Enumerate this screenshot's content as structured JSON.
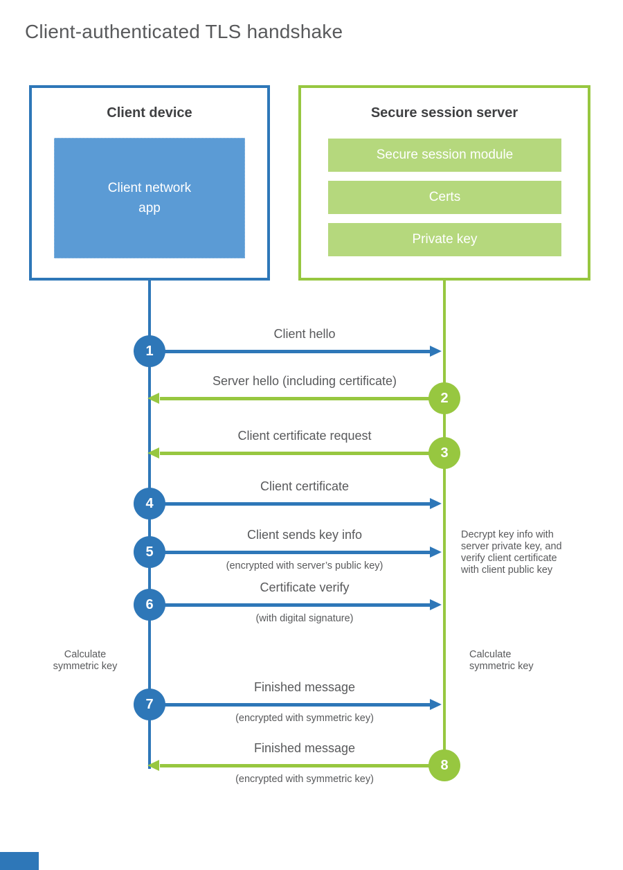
{
  "title": "Client-authenticated TLS handshake",
  "client_box": {
    "title": "Client device",
    "app_label": "Client network\napp"
  },
  "server_box": {
    "title": "Secure session server",
    "modules": [
      "Secure session module",
      "Certs",
      "Private key"
    ]
  },
  "messages": [
    {
      "num": "1",
      "from": "client",
      "label": "Client hello",
      "sub": ""
    },
    {
      "num": "2",
      "from": "server",
      "label": "Server hello (including certificate)",
      "sub": ""
    },
    {
      "num": "3",
      "from": "server",
      "label": "Client certificate request",
      "sub": ""
    },
    {
      "num": "4",
      "from": "client",
      "label": "Client certificate",
      "sub": ""
    },
    {
      "num": "5",
      "from": "client",
      "label": "Client sends key info",
      "sub": "(encrypted with server’s public key)"
    },
    {
      "num": "6",
      "from": "client",
      "label": "Certificate verify",
      "sub": "(with digital signature)"
    },
    {
      "num": "7",
      "from": "client",
      "label": "Finished message",
      "sub": "(encrypted with symmetric key)"
    },
    {
      "num": "8",
      "from": "server",
      "label": "Finished message",
      "sub": "(encrypted with symmetric key)"
    }
  ],
  "notes": {
    "decrypt": "Decrypt key info with server private key, and verify client certificate with client public key",
    "calc_left": "Calculate\nsymmetric key",
    "calc_right": "Calculate\nsymmetric key"
  },
  "colors": {
    "blue": "#2e77b8",
    "light_blue": "#5b9bd5",
    "green": "#97c740",
    "light_green": "#b5d87d",
    "text_gray": "#58595b"
  }
}
